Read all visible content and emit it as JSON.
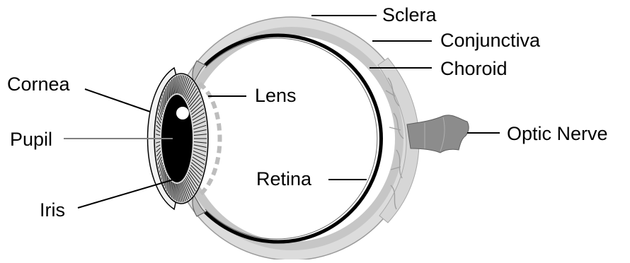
{
  "labels": {
    "sclera": "Sclera",
    "conjunctiva": "Conjunctiva",
    "choroid": "Choroid",
    "cornea": "Cornea",
    "lens": "Lens",
    "pupil": "Pupil",
    "optic_nerve": "Optic Nerve",
    "retina": "Retina",
    "iris": "Iris"
  },
  "colors": {
    "sclera": "#dcdcdc",
    "sclera_edge": "#9a9a9a",
    "conjunctiva": "#c4c4c4",
    "retina": "#000000",
    "choroid_vessels": "#b8b8b8",
    "optic_nerve": "#8a8a8a",
    "iris_fill": "#d8d8d8",
    "lens": "#bdbdbd",
    "leader_lines": "#000000",
    "pupil_leader": "#808080"
  }
}
